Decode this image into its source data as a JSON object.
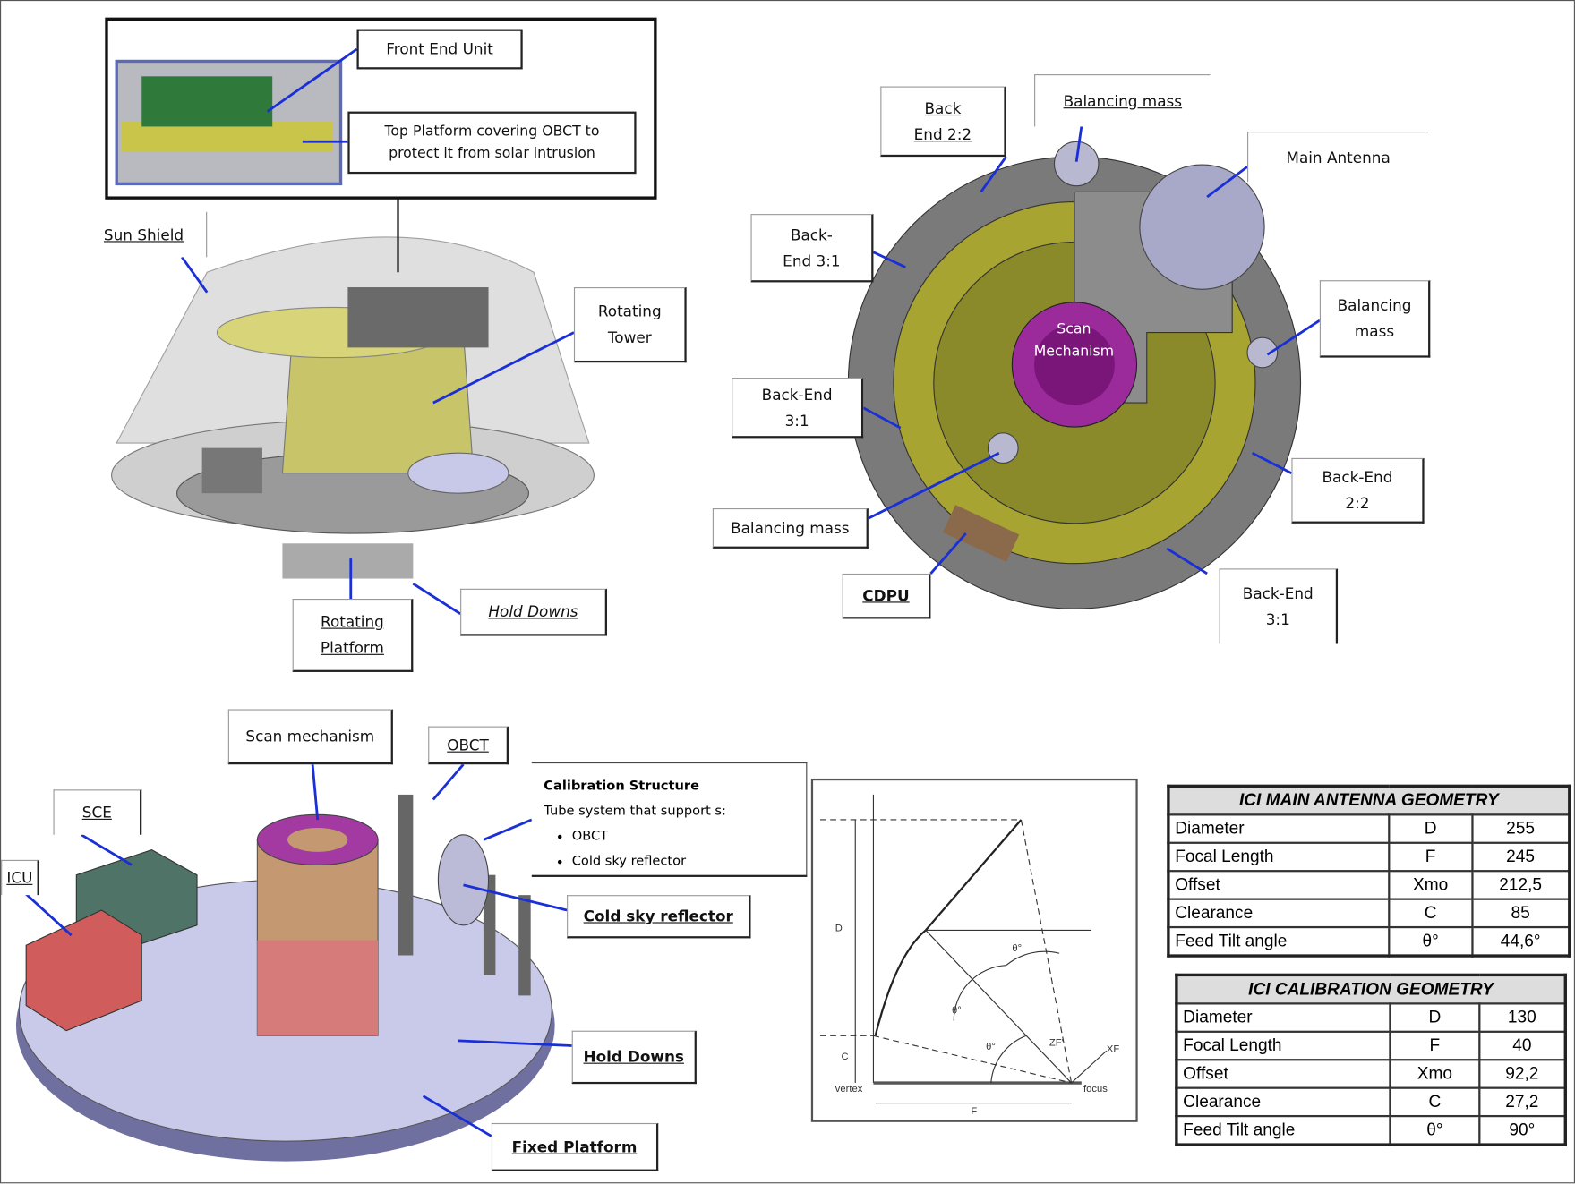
{
  "top_left": {
    "front_end_unit": "Front End Unit",
    "top_platform": "Top Platform covering OBCT to protect it from solar intrusion",
    "sun_shield": "Sun Shield",
    "rotating_tower": "Rotating Tower",
    "rotating_platform": "Rotating Platform",
    "hold_downs": "Hold Downs"
  },
  "top_right": {
    "back_end_22_top": "Back End 2:2",
    "balancing_mass_top": "Balancing mass",
    "main_antenna": "Main Antenna",
    "back_end_31_left": "Back-End 3:1",
    "balancing_mass_right": "Balancing mass",
    "back_end_31_mid": "Back-End 3:1",
    "scan_mechanism": "Scan Mechanism",
    "balancing_mass_left": "Balancing mass",
    "back_end_22_right": "Back-End 2:2",
    "cdpu": "CDPU",
    "back_end_31_bottom": "Back-End 3:1"
  },
  "bottom_left": {
    "scan_mechanism": "Scan mechanism",
    "obct": "OBCT",
    "sce": "SCE",
    "icu": "ICU",
    "calibration_title": "Calibration Structure",
    "calibration_desc": "Tube system that support s:",
    "calibration_items": [
      "OBCT",
      "Cold sky reflector"
    ],
    "cold_sky_reflector": "Cold sky reflector",
    "hold_downs": "Hold Downs",
    "fixed_platform": "Fixed Platform"
  },
  "geometry_diagram": {
    "D": "D",
    "C": "C",
    "F": "F",
    "vertex": "vertex",
    "focus": "focus",
    "ZF": "ZF'",
    "XF": "XF",
    "theta": "θ°"
  },
  "main_antenna_table": {
    "title": "ICI MAIN ANTENNA GEOMETRY",
    "rows": [
      [
        "Diameter",
        "D",
        "255"
      ],
      [
        "Focal Length",
        "F",
        "245"
      ],
      [
        "Offset",
        "Xmo",
        "212,5"
      ],
      [
        "Clearance",
        "C",
        "85"
      ],
      [
        "Feed Tilt angle",
        "θ°",
        "44,6°"
      ]
    ]
  },
  "calibration_table": {
    "title": "ICI CALIBRATION GEOMETRY",
    "rows": [
      [
        "Diameter",
        "D",
        "130"
      ],
      [
        "Focal Length",
        "F",
        "40"
      ],
      [
        "Offset",
        "Xmo",
        "92,2"
      ],
      [
        "Clearance",
        "C",
        "27,2"
      ],
      [
        "Feed Tilt angle",
        "θ°",
        "90°"
      ]
    ]
  },
  "colors": {
    "leader": "#1a2fd6",
    "yellow": "#b8b43a",
    "purple": "#8a1f8a",
    "grey": "#6e6e6e"
  }
}
